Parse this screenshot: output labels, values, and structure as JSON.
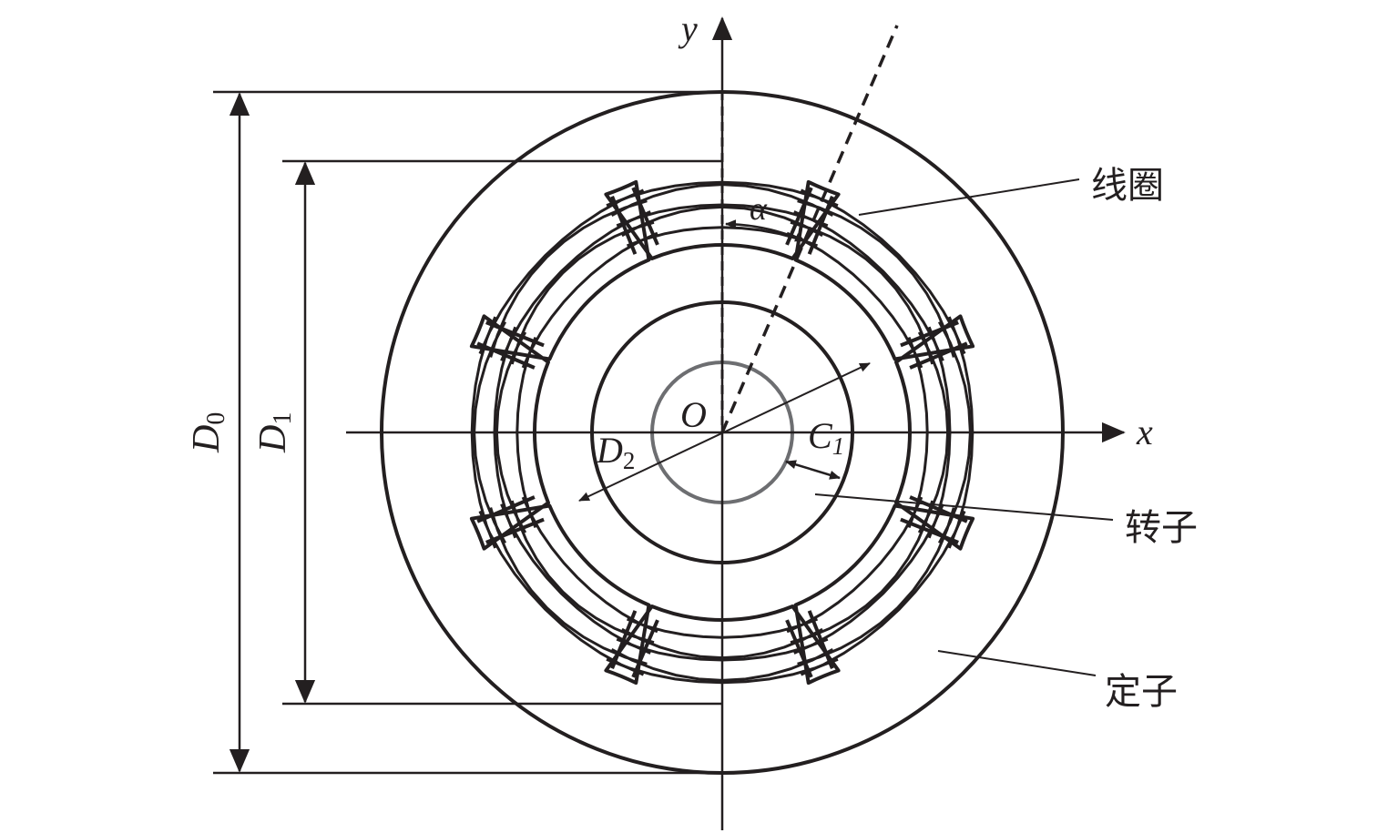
{
  "axes": {
    "x": "x",
    "y": "y",
    "origin": "O"
  },
  "dimensions": {
    "outer_diameter": {
      "symbol": "D",
      "subscript": "0"
    },
    "inner_diameter": {
      "symbol": "D",
      "subscript": "1"
    },
    "rotor_diameter": {
      "symbol": "D",
      "subscript": "2"
    },
    "air_gap": {
      "symbol": "C",
      "subscript": "1"
    },
    "angle": "α"
  },
  "callouts": {
    "coil": "线圈",
    "rotor": "转子",
    "stator": "定子"
  },
  "style": {
    "stroke": "#231f20",
    "shaft_stroke": "#6d6e71"
  }
}
